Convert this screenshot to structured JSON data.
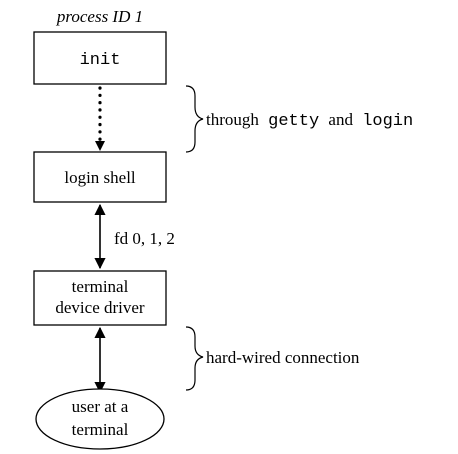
{
  "caption": "process ID 1",
  "boxes": {
    "init": "init",
    "login_shell": "login shell",
    "terminal_line1": "terminal",
    "terminal_line2": "device driver",
    "user_line1": "user at a",
    "user_line2": "terminal"
  },
  "labels": {
    "through": "through",
    "getty": "getty",
    "and": "and",
    "login": "login",
    "fd": "fd 0, 1, 2",
    "hardwired": "hard-wired connection"
  }
}
